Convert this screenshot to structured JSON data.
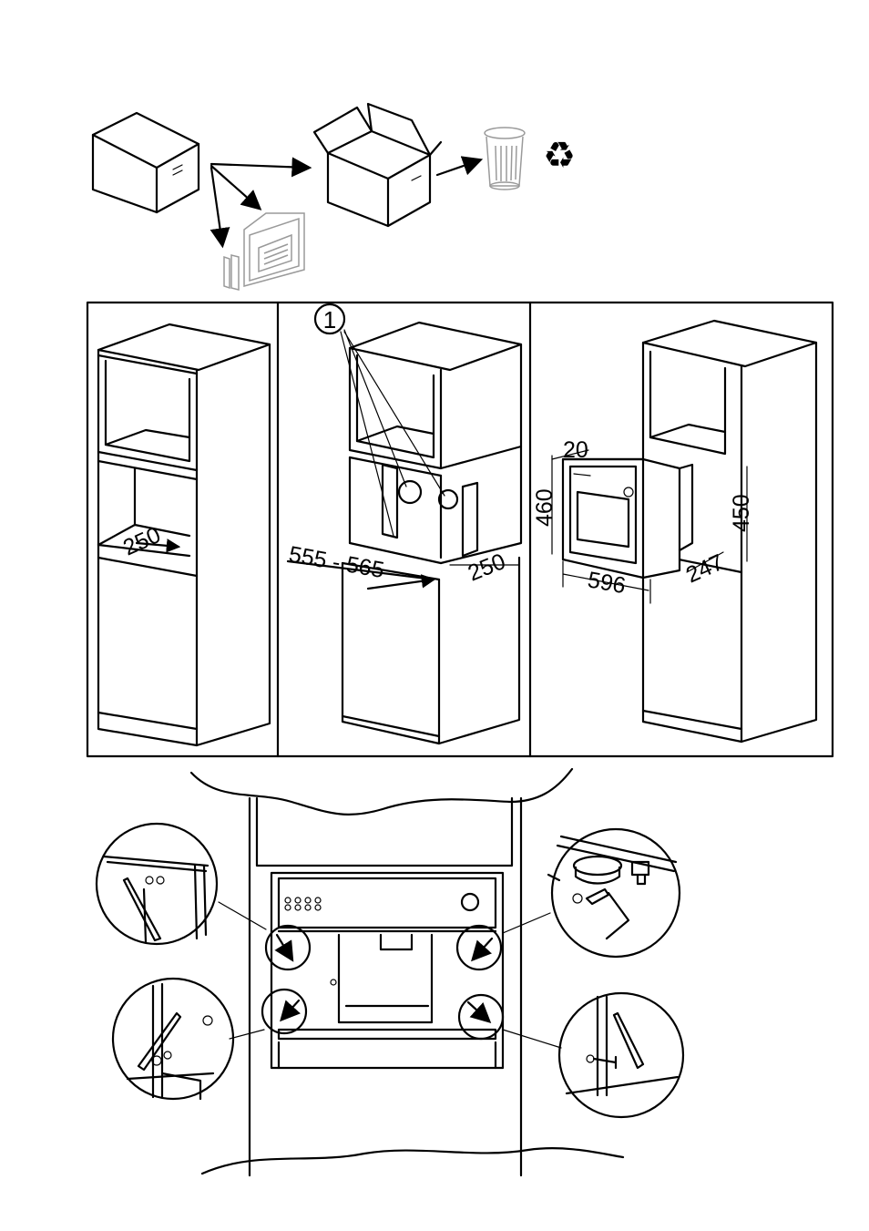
{
  "panel_left": {
    "depth_label": "250"
  },
  "panel_middle": {
    "callout_number": "1",
    "width_label": "555 - 565",
    "depth_label": "250"
  },
  "panel_right": {
    "offset_label": "20",
    "height_label": "460",
    "inner_height_label": "450",
    "width_label": "596",
    "depth_label": "247"
  },
  "icons": {
    "recycle": "♻",
    "trash": "trash-bin-icon"
  },
  "colors": {
    "ink": "#000000",
    "paper": "#ffffff",
    "muted": "#9a9a9a"
  }
}
